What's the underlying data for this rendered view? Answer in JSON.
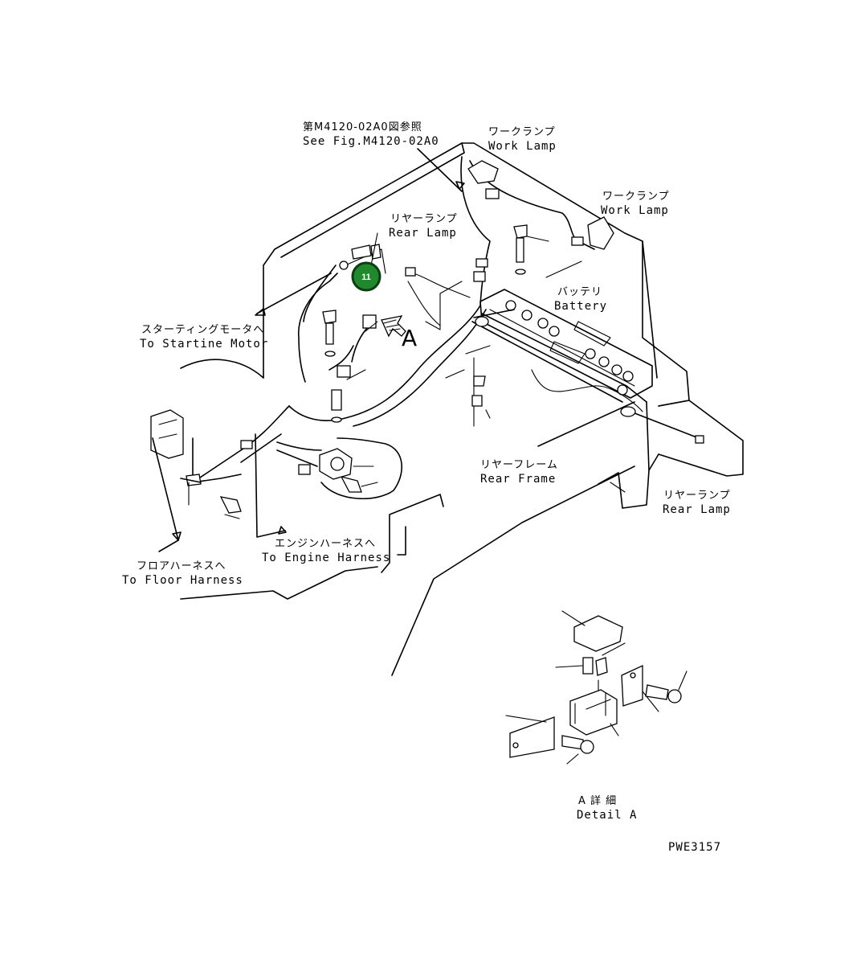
{
  "labels": {
    "see_fig_jp": "第M4120-02A0図参照",
    "see_fig_en": "See Fig.M4120-02A0",
    "work_lamp_1_jp": "ワークランプ",
    "work_lamp_1_en": "Work Lamp",
    "work_lamp_2_jp": "ワークランプ",
    "work_lamp_2_en": "Work Lamp",
    "rear_lamp_1_jp": "リヤーランプ",
    "rear_lamp_1_en": "Rear Lamp",
    "battery_jp": "バッテリ",
    "battery_en": "Battery",
    "starting_motor_jp": "スターティングモータへ",
    "starting_motor_en": "To Startine Motor",
    "rear_frame_jp": "リヤーフレーム",
    "rear_frame_en": "Rear Frame",
    "rear_lamp_2_jp": "リヤーランプ",
    "rear_lamp_2_en": "Rear Lamp",
    "engine_harness_jp": "エンジンハーネスへ",
    "engine_harness_en": "To Engine Harness",
    "floor_harness_jp": "フロアハーネスへ",
    "floor_harness_en": "To Floor Harness",
    "view_letter": "A",
    "detail_jp": "A 詳 細",
    "detail_en": "Detail A",
    "drawing_number": "PWE3157"
  },
  "callout": {
    "number": "11",
    "color": "#1f8a2c",
    "border_color": "#0d3d13"
  },
  "colors": {
    "line": "#000000",
    "background": "#ffffff"
  }
}
